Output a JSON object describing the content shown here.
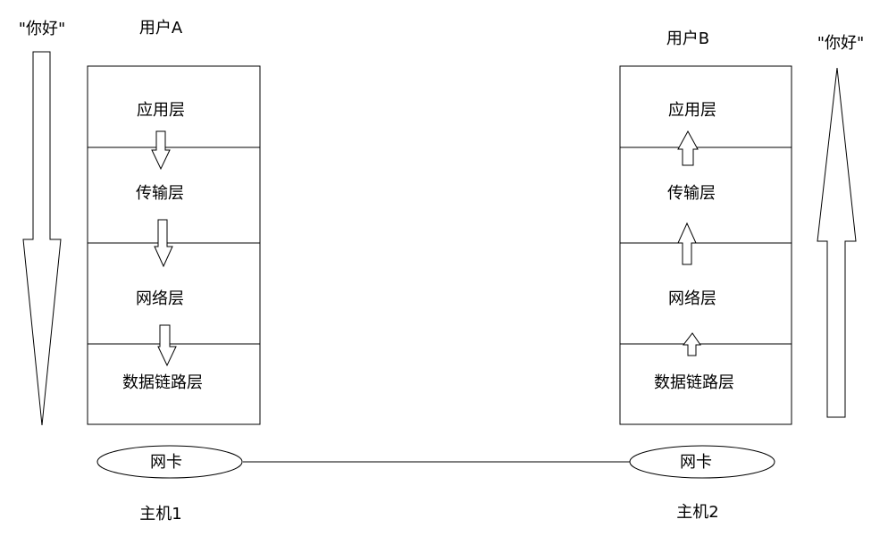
{
  "message_left": "\"你好\"",
  "message_right": "\"你好\"",
  "user_a": {
    "label": "用户A",
    "layers": [
      "应用层",
      "传输层",
      "网络层",
      "数据链路层"
    ]
  },
  "user_b": {
    "label": "用户B",
    "layers": [
      "应用层",
      "传输层",
      "网络层",
      "数据链路层"
    ]
  },
  "nic_left": "网卡",
  "nic_right": "网卡",
  "host_1": "主机1",
  "host_2": "主机2",
  "colors": {
    "stroke": "#000000",
    "fill": "#ffffff",
    "text": "#000000"
  }
}
